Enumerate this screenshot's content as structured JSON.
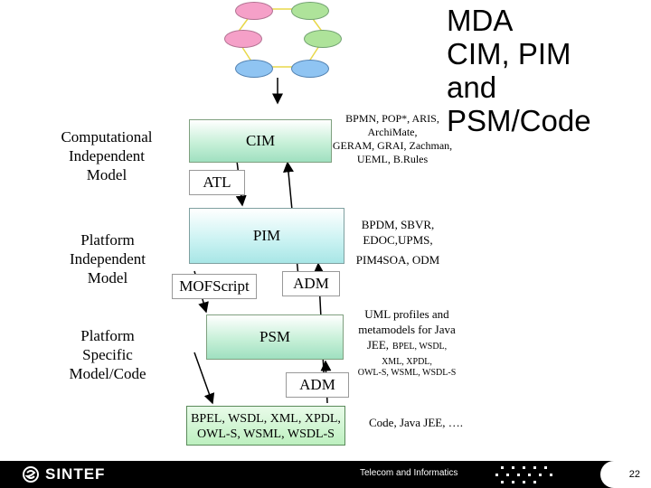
{
  "title_lines": [
    "MDA",
    "CIM, PIM",
    "and",
    "PSM/Code"
  ],
  "left_labels": {
    "cim": [
      "Computational",
      "Independent",
      "Model"
    ],
    "pim": [
      "Platform",
      "Independent",
      "Model"
    ],
    "psm": [
      "Platform",
      "Specific",
      "Model/Code"
    ]
  },
  "boxes": {
    "cim": "CIM",
    "atl": "ATL",
    "pim": "PIM",
    "mofscript": "MOFScript",
    "adm_top": "ADM",
    "psm": "PSM",
    "adm_bottom": "ADM",
    "code": [
      "BPEL, WSDL, XML, XPDL,",
      "OWL-S, WSML, WSDL-S"
    ]
  },
  "annotations": {
    "cim_lines": [
      "BPMN, POP*, ARIS,",
      "ArchiMate,",
      "GERAM, GRAI, Zachman,",
      "UEML, B.Rules"
    ],
    "pim_lines": [
      "BPDM, SBVR,",
      "EDOC,UPMS,",
      "PIM4SOA, ODM"
    ],
    "psm_big": [
      "UML profiles and",
      "metamodels for Java"
    ],
    "psm_jee_big": "JEE,",
    "psm_jee_small": "BPEL, WSDL,",
    "psm_small": [
      "XML, XPDL,",
      "OWL-S, WSML, WSDL-S"
    ],
    "code_label": "Code, Java JEE, …."
  },
  "footer": {
    "logo_text": "SINTEF",
    "department": "Telecom and Informatics",
    "page_number": "22"
  },
  "icon_names": [
    "process-diagram-icon"
  ],
  "colors": {
    "pink": "#f5a0c8",
    "green": "#aee39a",
    "blue": "#8fc4f2",
    "ring_line": "#e8d84a",
    "footer_bg": "#000000"
  }
}
